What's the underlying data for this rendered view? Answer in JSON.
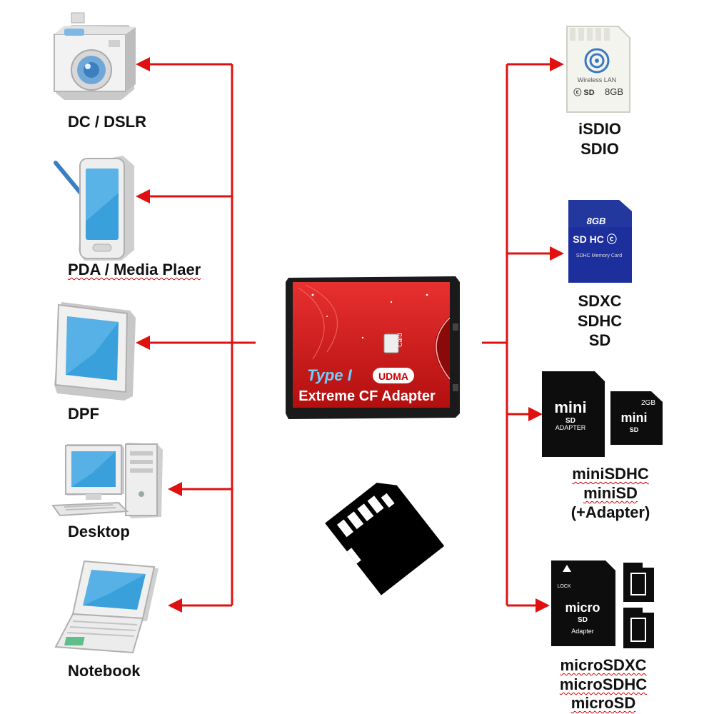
{
  "devices": {
    "camera": "DC / DSLR",
    "pda": "PDA / Media Plaer",
    "dpf": "DPF",
    "desktop": "Desktop",
    "notebook": "Notebook"
  },
  "adapter": {
    "type_label": "Type I",
    "udma_label": "UDMA",
    "name": "Extreme CF Adapter",
    "card_slot_label": "Card"
  },
  "cards": {
    "isdio": {
      "lines": [
        "iSDIO",
        "SDIO"
      ],
      "card_text": "Wireless LAN",
      "capacity": "8GB"
    },
    "sd": {
      "lines": [
        "SDXC",
        "SDHC",
        "SD"
      ],
      "capacity": "8GB",
      "card_text": "SDHC Memory Card"
    },
    "minisd": {
      "lines": [
        "miniSDHC",
        "miniSD",
        "(+Adapter)"
      ],
      "adapter_text": "ADAPTER",
      "capacity": "2GB",
      "brand_top": "mini",
      "brand_bottom": "SD"
    },
    "microsd": {
      "lines": [
        "microSDXC",
        "microSDHC",
        "microSD"
      ],
      "adapter_text": "Adapter",
      "lock_text": "LOCK",
      "brand_top": "micro",
      "brand_bottom": "SD"
    }
  },
  "colors": {
    "arrow": "#e01010",
    "adapter_red": "#d41414",
    "sd_blue": "#1c2f9c",
    "screen_blue": "#3aa0dc",
    "adapter_text_blue": "#6fd0ff"
  }
}
